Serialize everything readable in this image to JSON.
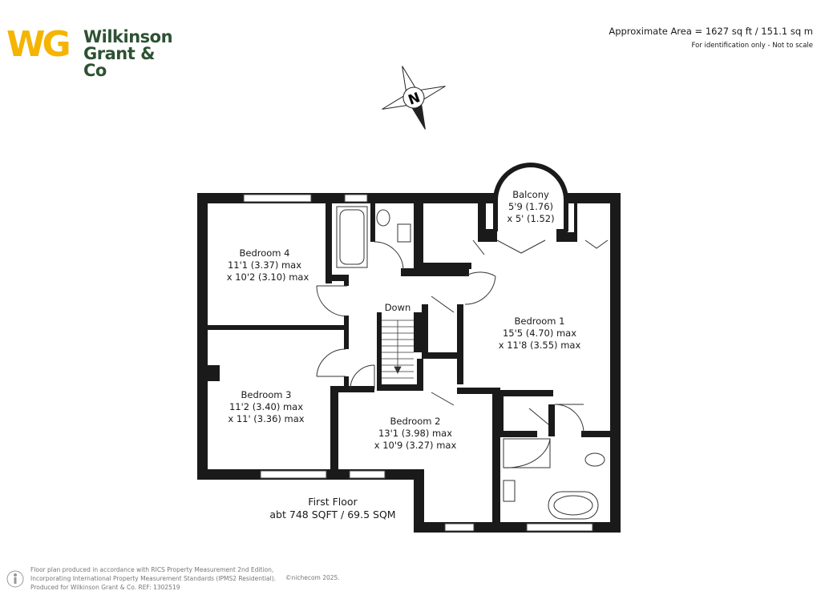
{
  "brand": {
    "logo_mark": "WG",
    "name_line1": "Wilkinson",
    "name_line2": "Grant & Co",
    "colors": {
      "mark": "#f4b400",
      "name": "#2d5233"
    }
  },
  "header": {
    "area": "Approximate Area = 1627 sq ft / 151.1 sq m",
    "note": "For identification only - Not to scale"
  },
  "compass": {
    "label": "N"
  },
  "rooms": {
    "balcony": {
      "name": "Balcony",
      "dim1": "5'9 (1.76)",
      "dim2": "x 5' (1.52)"
    },
    "bedroom4": {
      "name": "Bedroom 4",
      "dim1": "11'1 (3.37) max",
      "dim2": "x 10'2 (3.10) max"
    },
    "bedroom3": {
      "name": "Bedroom 3",
      "dim1": "11'2 (3.40) max",
      "dim2": "x 11' (3.36) max"
    },
    "bedroom2": {
      "name": "Bedroom 2",
      "dim1": "13'1 (3.98) max",
      "dim2": "x 10'9 (3.27) max"
    },
    "bedroom1": {
      "name": "Bedroom 1",
      "dim1": "15'5 (4.70) max",
      "dim2": "x 11'8 (3.55) max"
    },
    "stairs": {
      "label": "Down"
    }
  },
  "floor": {
    "name": "First Floor",
    "area": "abt 748 SQFT / 69.5 SQM"
  },
  "footer": {
    "line1": "Floor plan produced in accordance with RICS Property Measurement 2nd Edition,",
    "line2": "Incorporating International Property Measurement Standards (IPMS2 Residential).",
    "line3": "Produced for Wilkinson Grant & Co.  REF:     1302519",
    "credit": "©nichecom  2025."
  }
}
